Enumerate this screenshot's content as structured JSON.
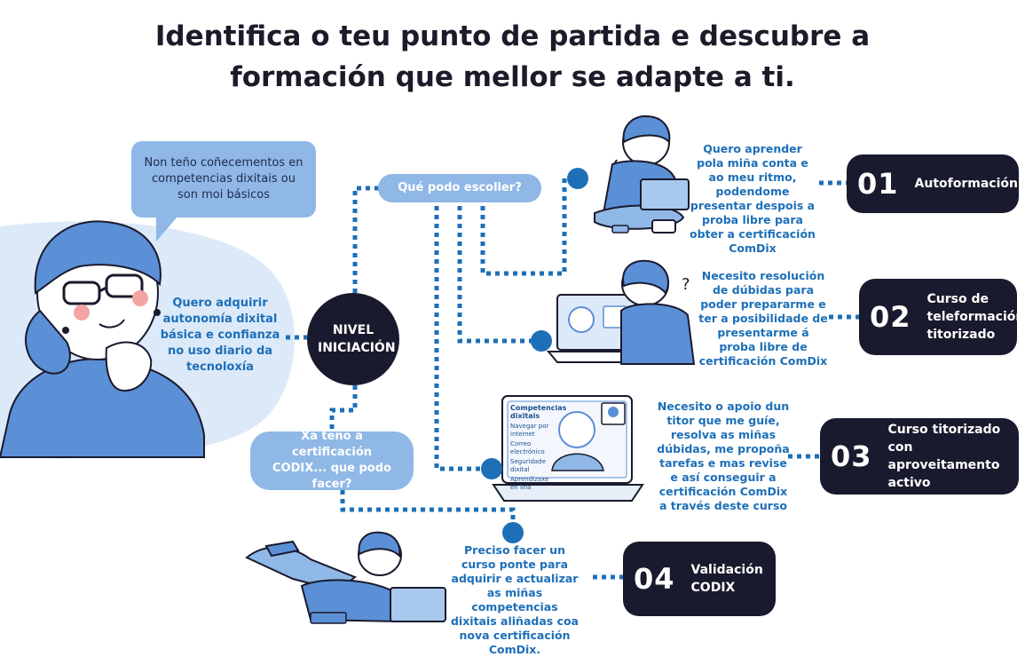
{
  "title": {
    "line1": "Identifica o teu punto de partida e descubre a",
    "line2": "formación que mellor se adapte a ti."
  },
  "speech_bubble": "Non teño coñecementos en competencias dixitais ou son moi básicos",
  "left_goal": "Quero adquirir autonomía dixital básica e confianza no uso diario da tecnoloxía",
  "center_node": "NIVEL INICIACIÓN",
  "question_choose": "Qué podo escoller?",
  "question_codix": "Xa teño a certificación CODIX... que podo facer?",
  "options": [
    {
      "description": "Quero aprender pola miña conta e ao meu ritmo, podendome presentar despois a proba libre para obter a certificación ComDix",
      "number": "01",
      "label": "Autoformación"
    },
    {
      "description": "Necesito resolución de dúbidas para poder prepararme e ter a posibilidade de presentarme á proba libre de certificación ComDix",
      "number": "02",
      "label": "Curso de teleformación titorizado"
    },
    {
      "description": "Necesito o apoio dun titor que me guíe, resolva as miñas dúbidas, me propoña tarefas e mas revise e así conseguir a certificación ComDix a través deste curso",
      "number": "03",
      "label": "Curso titorizado con aproveitamento activo"
    },
    {
      "description": "Preciso facer un curso ponte para adquirir e actualizar as miñas competencias dixitais aliñadas coa nova certificación ComDix.",
      "number": "04",
      "label": "Validación CODIX"
    }
  ],
  "laptop_screen": {
    "heading": "Competencias dixitais",
    "items": [
      "Navegar por internet",
      "Correo electrónico",
      "Seguridade dixital",
      "Aprendizaxe en liña"
    ]
  },
  "colors": {
    "dark": "#1a1a2e",
    "accent_blue": "#1d6fb8",
    "light_blue": "#8fb8e6",
    "pale_blue": "#dce9f8"
  }
}
